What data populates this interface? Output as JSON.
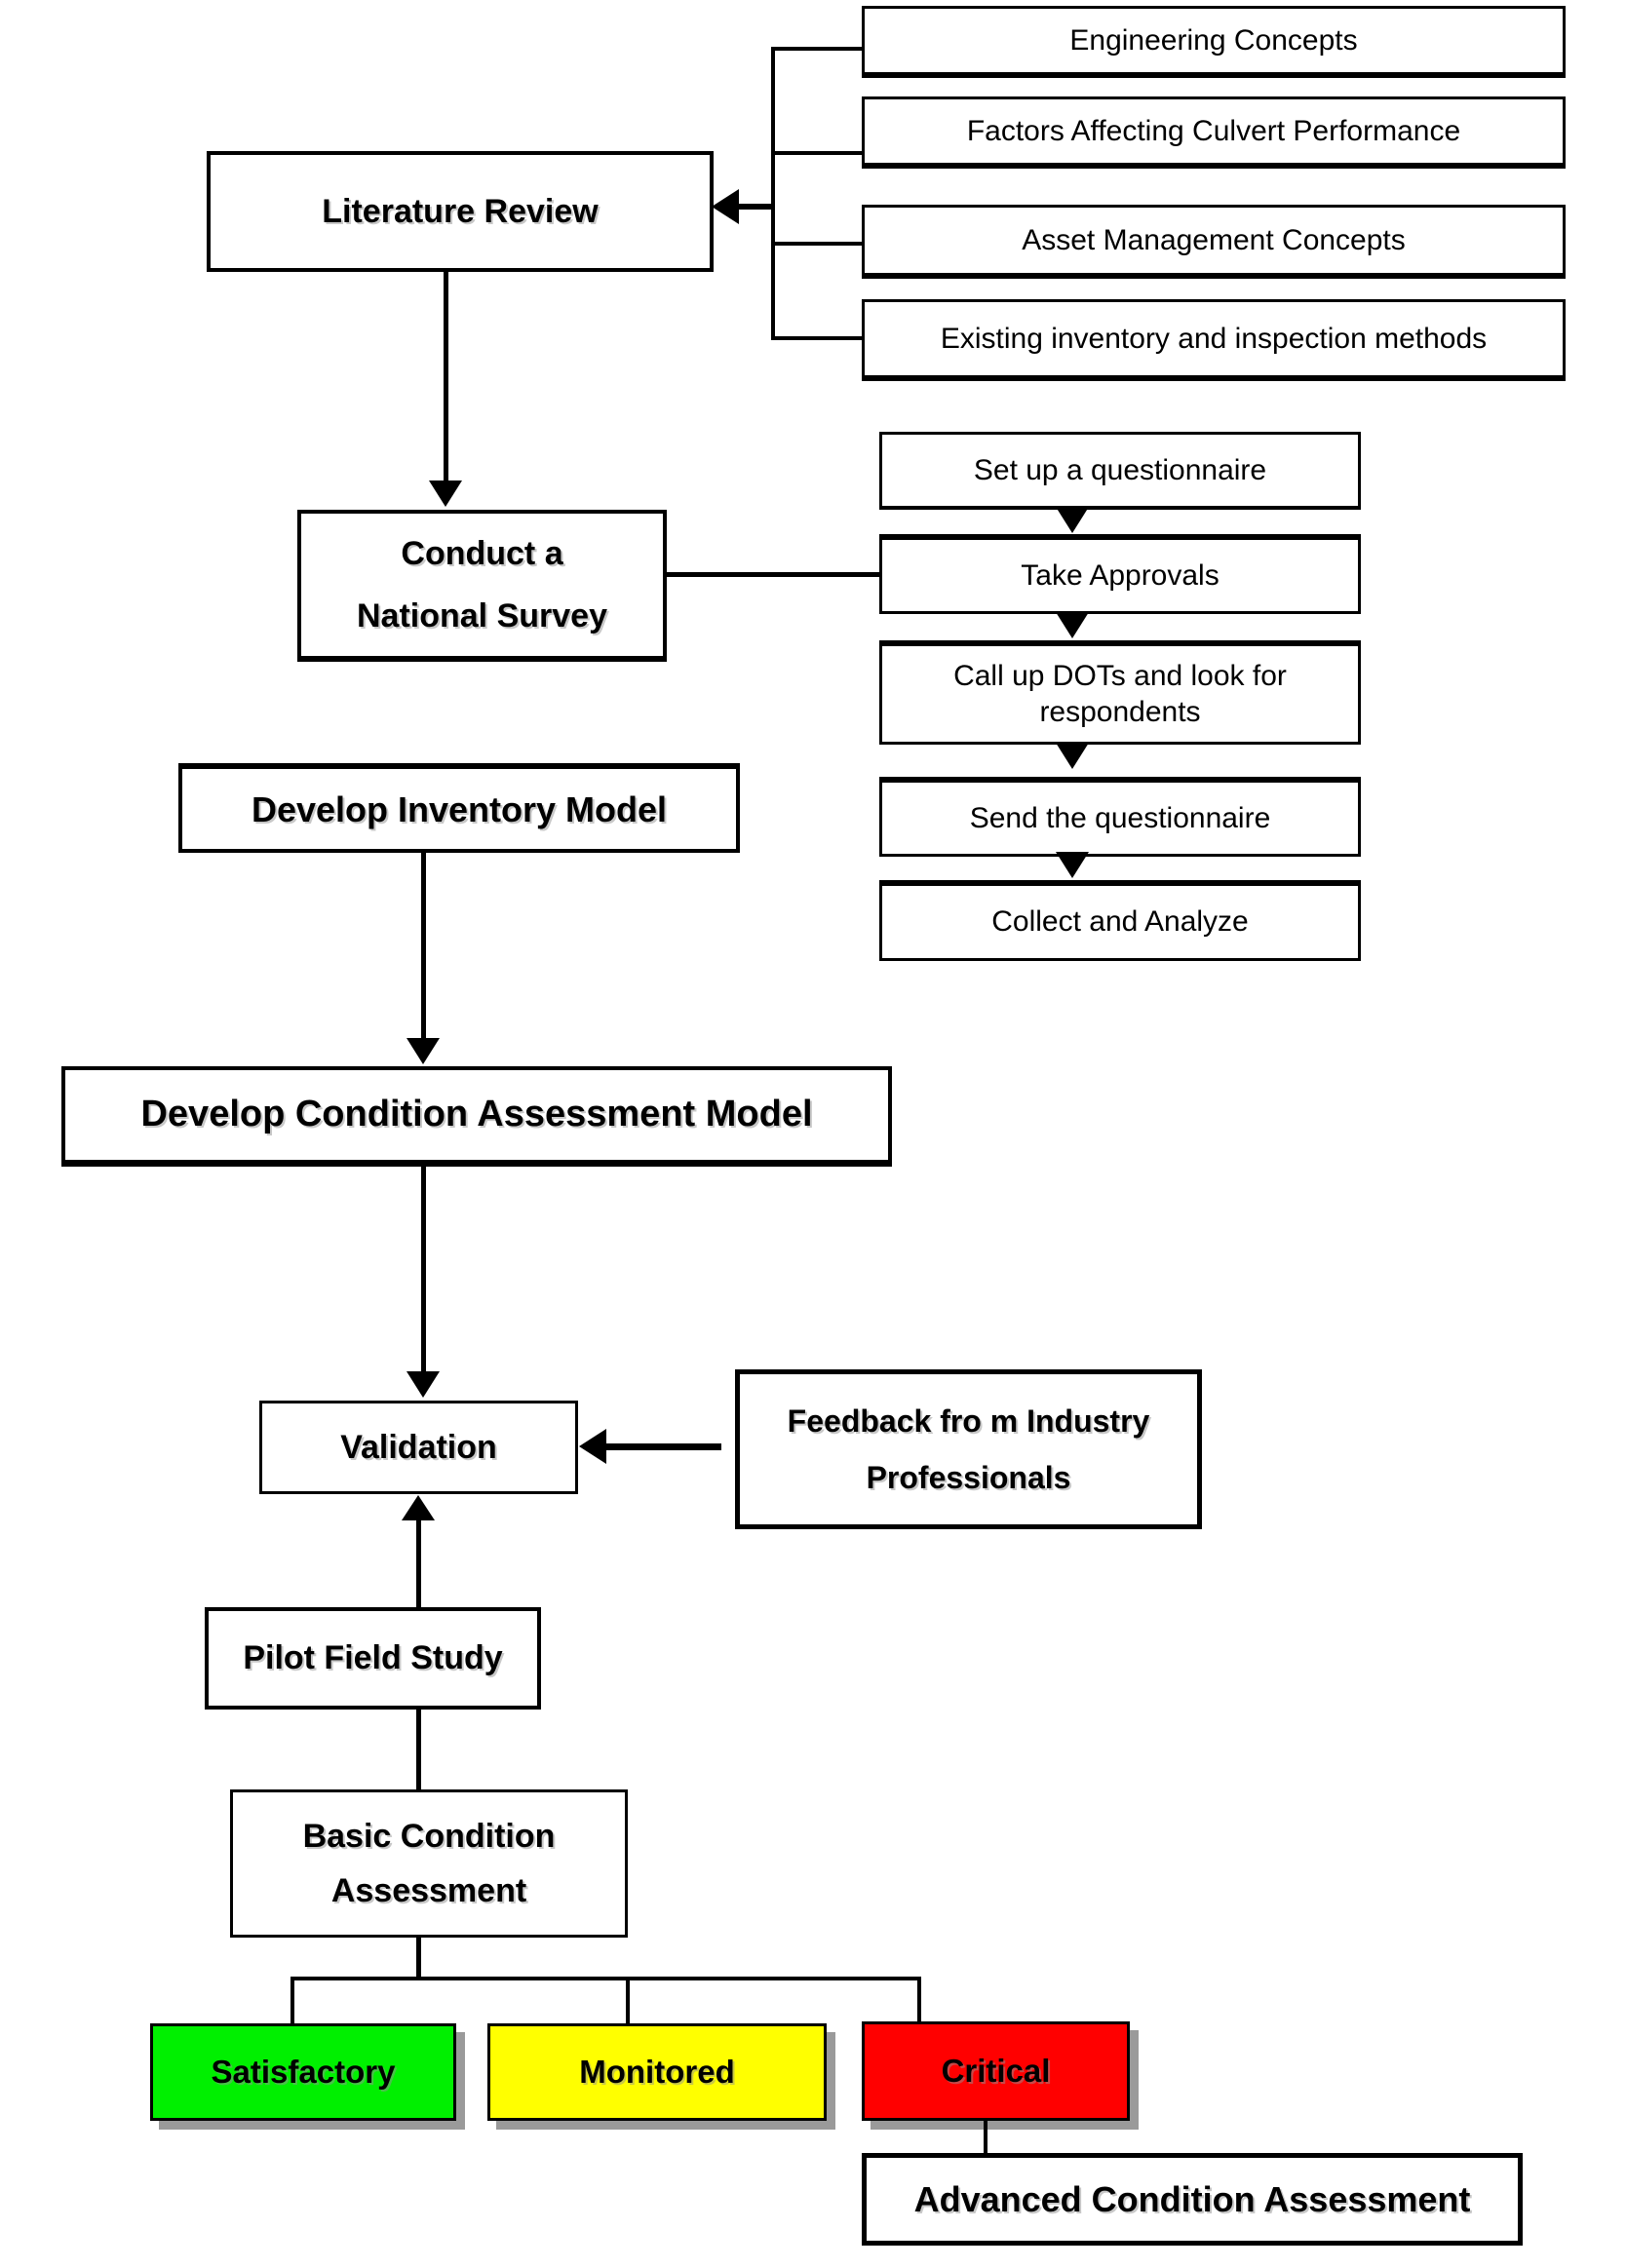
{
  "diagram": {
    "background": "#ffffff",
    "boxes": {
      "engineering": {
        "label": "Engineering Concepts"
      },
      "factors": {
        "label": "Factors Affecting Culvert Performance"
      },
      "asset": {
        "label": "Asset Management Concepts"
      },
      "existing": {
        "label": "Existing inventory and inspection methods"
      },
      "literature": {
        "label": "Literature Review"
      },
      "conduct": {
        "line1": "Conduct a",
        "line2": "National Survey"
      },
      "setup": {
        "label": "Set up a questionnaire"
      },
      "approvals": {
        "label": "Take Approvals"
      },
      "dots": {
        "label": "Call up DOTs and look for respondents"
      },
      "send": {
        "label": "Send the questionnaire"
      },
      "collect": {
        "label": "Collect and Analyze"
      },
      "inventory": {
        "label": "Develop Inventory Model"
      },
      "condition": {
        "label": "Develop Condition Assessment Model"
      },
      "validation": {
        "label": "Validation"
      },
      "feedback": {
        "line1": "Feedback fro m Industry",
        "line2": "Professionals"
      },
      "pilot": {
        "label": "Pilot Field Study"
      },
      "basic": {
        "line1": "Basic Condition",
        "line2": "Assessment"
      },
      "satisfactory": {
        "label": "Satisfactory",
        "color": "#00F000"
      },
      "monitored": {
        "label": "Monitored",
        "color": "#FFFF00"
      },
      "critical": {
        "label": "Critical",
        "color": "#FF0000"
      },
      "advanced": {
        "label": "Advanced Condition Assessment"
      }
    },
    "status_colors": {
      "satisfactory": "#00F000",
      "monitored": "#FFFF00",
      "critical": "#FF0000",
      "line_color": "#000000",
      "shadow_color": "#9a9a9a"
    },
    "edges": [
      {
        "from": "engineering",
        "to": "literature",
        "type": "arrow"
      },
      {
        "from": "factors",
        "to": "literature",
        "type": "arrow"
      },
      {
        "from": "asset",
        "to": "literature",
        "type": "arrow"
      },
      {
        "from": "existing",
        "to": "literature",
        "type": "arrow"
      },
      {
        "from": "literature",
        "to": "conduct",
        "type": "arrow"
      },
      {
        "from": "conduct",
        "to": "approvals",
        "type": "line"
      },
      {
        "from": "setup",
        "to": "approvals",
        "type": "arrow"
      },
      {
        "from": "approvals",
        "to": "dots",
        "type": "arrow"
      },
      {
        "from": "dots",
        "to": "send",
        "type": "arrow"
      },
      {
        "from": "send",
        "to": "collect",
        "type": "arrow"
      },
      {
        "from": "inventory",
        "to": "condition",
        "type": "arrow"
      },
      {
        "from": "condition",
        "to": "validation",
        "type": "arrow"
      },
      {
        "from": "feedback",
        "to": "validation",
        "type": "arrow"
      },
      {
        "from": "pilot",
        "to": "validation",
        "type": "arrow"
      },
      {
        "from": "pilot",
        "to": "basic",
        "type": "line"
      },
      {
        "from": "basic",
        "to": "satisfactory",
        "type": "line"
      },
      {
        "from": "basic",
        "to": "monitored",
        "type": "line"
      },
      {
        "from": "basic",
        "to": "critical",
        "type": "line"
      },
      {
        "from": "critical",
        "to": "advanced",
        "type": "line"
      }
    ]
  }
}
